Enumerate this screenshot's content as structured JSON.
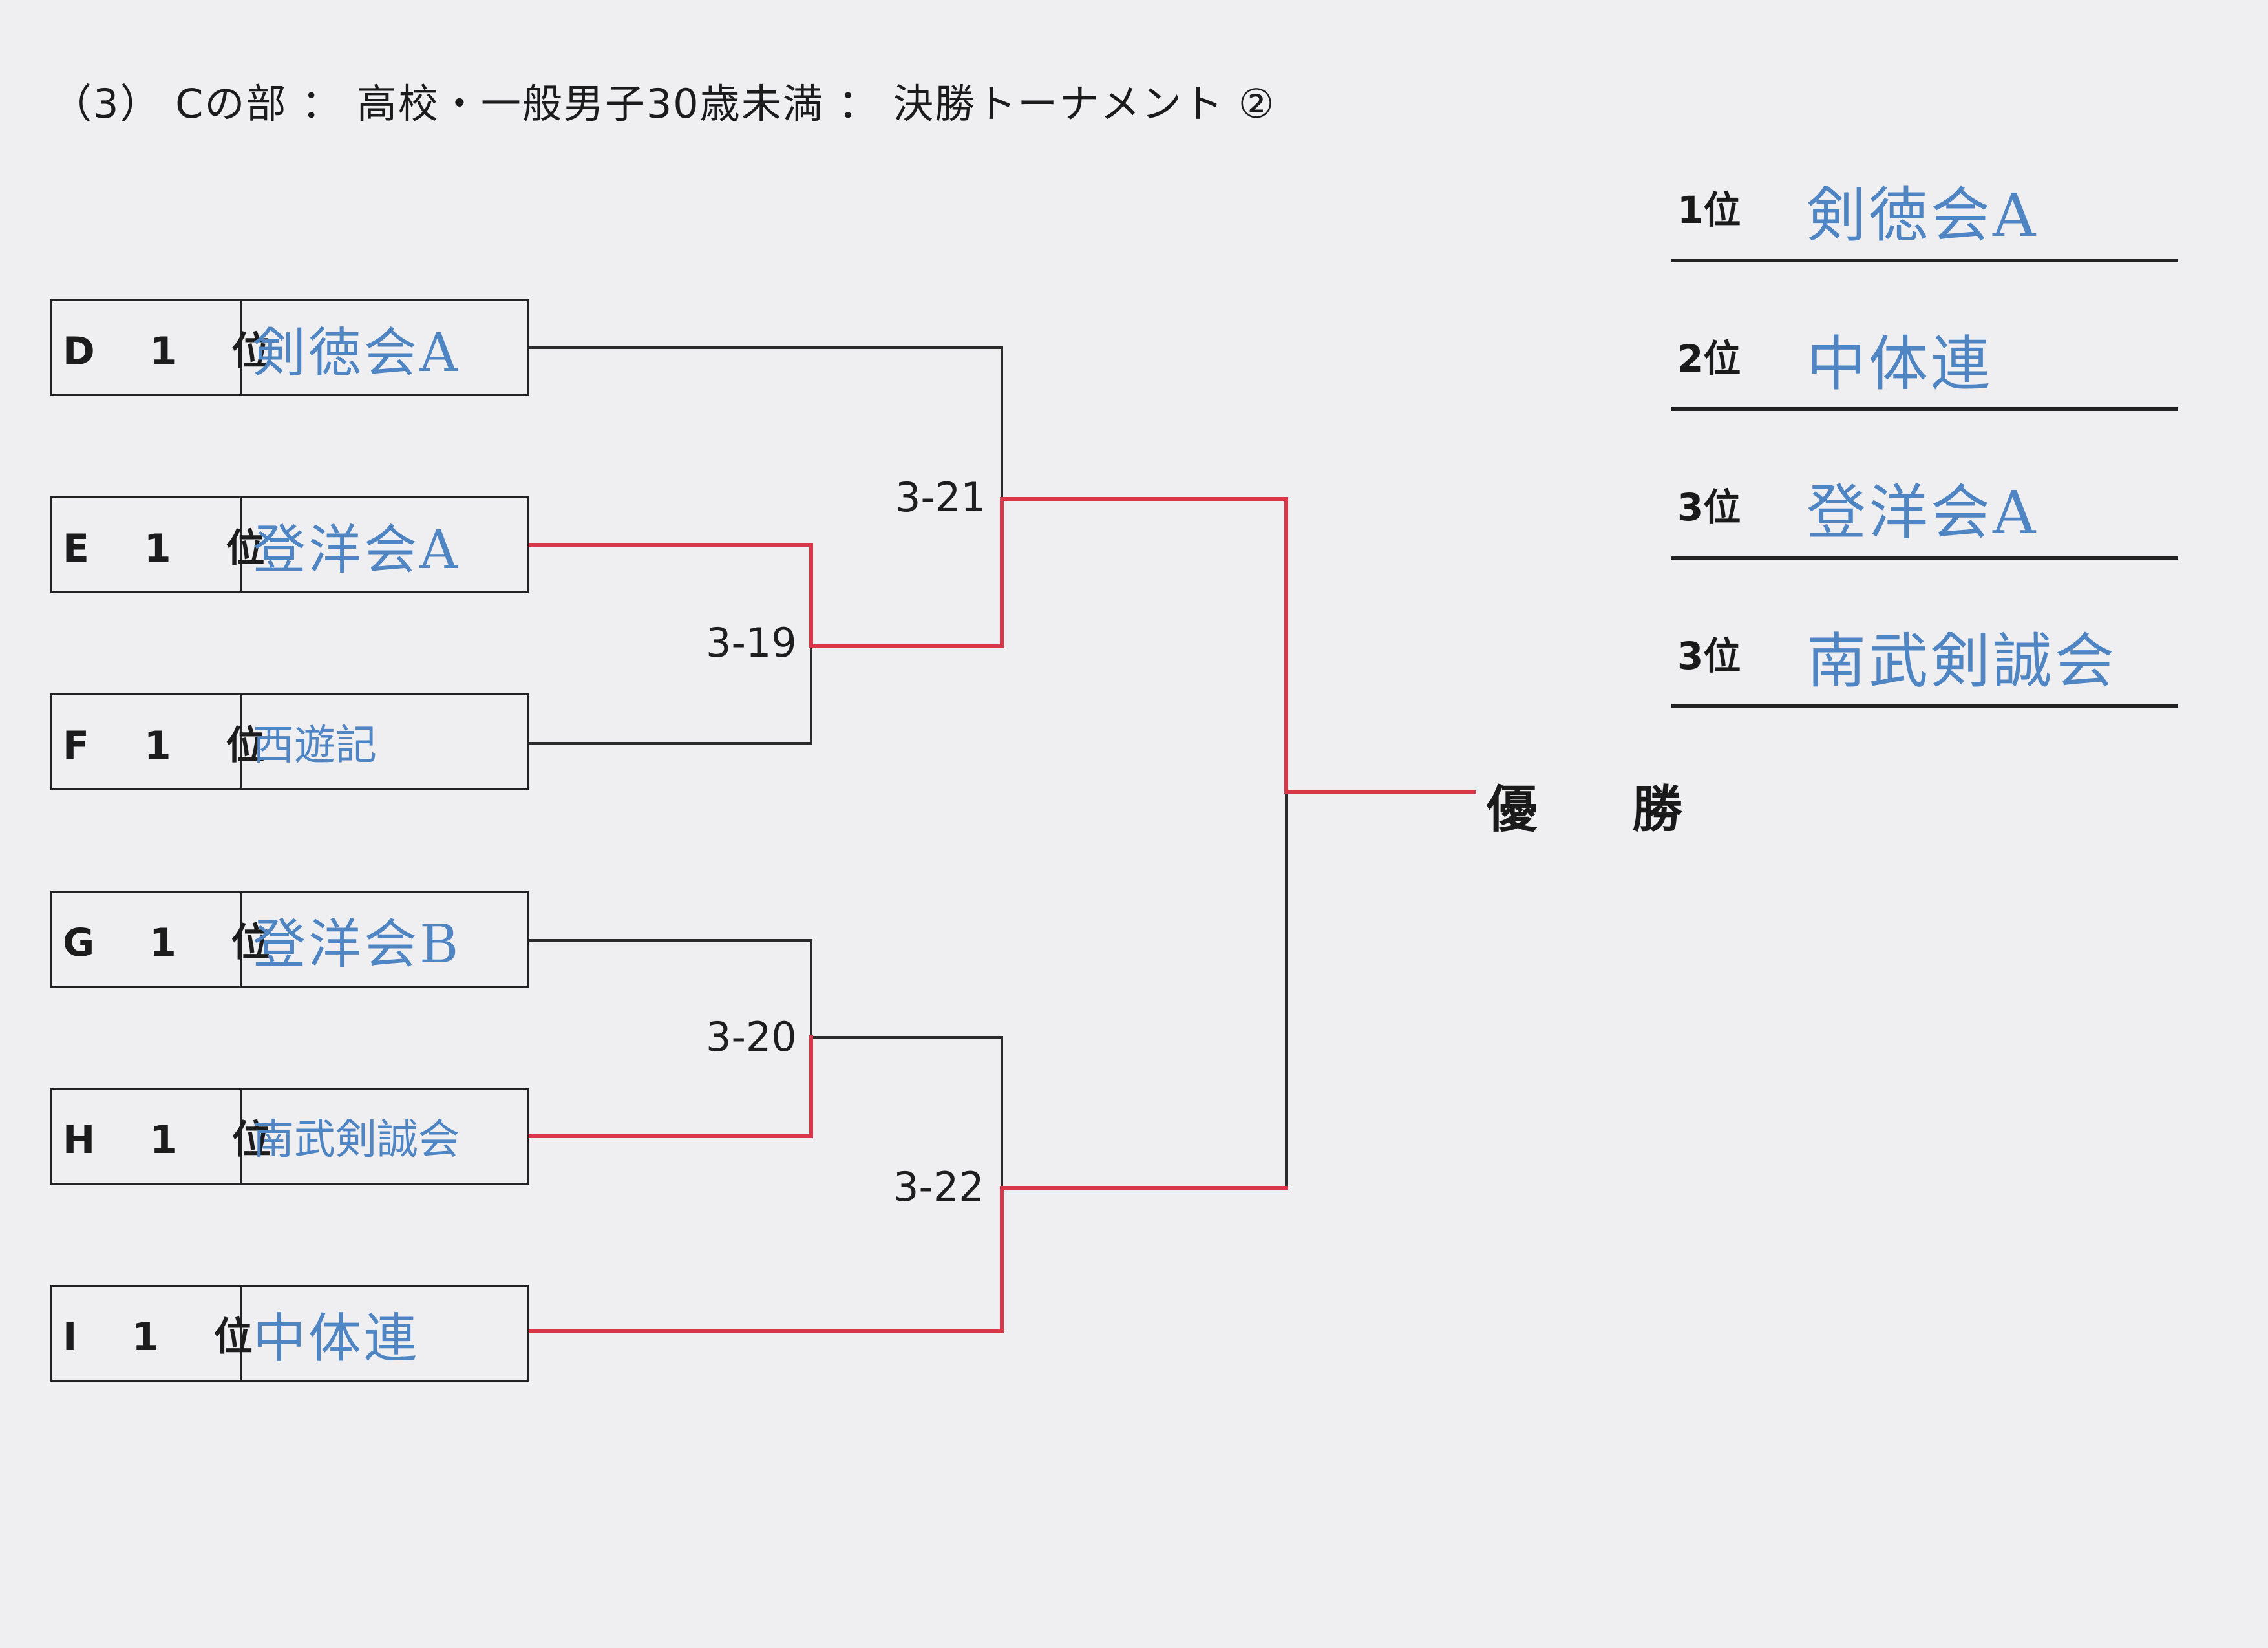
{
  "title": "（3） Cの部 ： 高校・一般男子30歳未満 ： 決勝トーナメント ②",
  "entries": [
    {
      "label": "D 1 位",
      "team": "剣徳会A"
    },
    {
      "label": "E 1 位",
      "team": "登洋会A"
    },
    {
      "label": "F 1 位",
      "team": "西遊記"
    },
    {
      "label": "G 1 位",
      "team": "登洋会B"
    },
    {
      "label": "H 1 位",
      "team": "南武剣誠会"
    },
    {
      "label": "I 1 位",
      "team": "中体連"
    }
  ],
  "matches": [
    "3-19",
    "3-20",
    "3-21",
    "3-22"
  ],
  "champion_label": "優 勝",
  "results": [
    {
      "rank": "1位",
      "team": "剣徳会A"
    },
    {
      "rank": "2位",
      "team": "中体連"
    },
    {
      "rank": "3位",
      "team": "登洋会A"
    },
    {
      "rank": "3位",
      "team": "南武剣誠会"
    }
  ],
  "colors": {
    "winner_line": "#d9364a",
    "line": "#2a2a2a",
    "handwriting": "#4f85c2"
  }
}
